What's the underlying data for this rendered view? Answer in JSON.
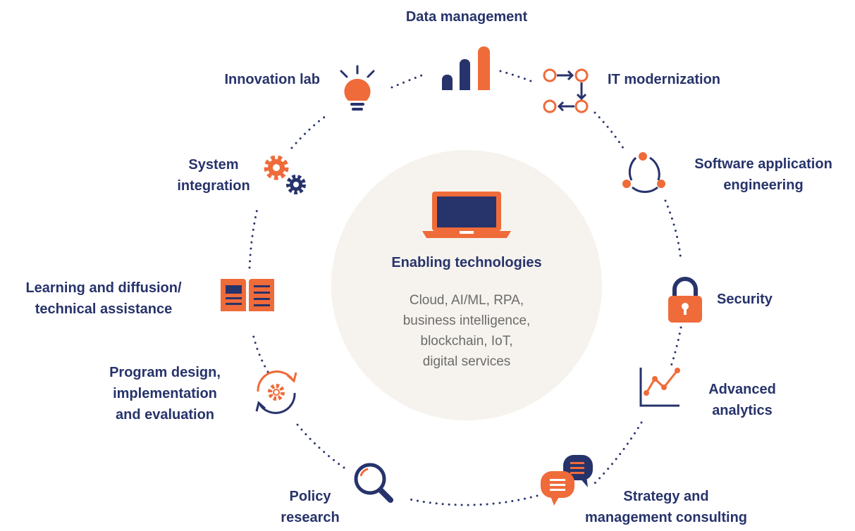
{
  "colors": {
    "navy": "#27336b",
    "orange": "#ef6b3a",
    "circle": "#f6f3ee",
    "gray": "#6b6b6b"
  },
  "center": {
    "icon": "laptop-icon",
    "title": "Enabling technologies",
    "lines": [
      "Cloud, AI/ML, RPA,",
      "business intelligence,",
      "blockchain, IoT,",
      "digital services"
    ]
  },
  "nodes": {
    "data_management": {
      "icon": "bar-chart-icon",
      "lines": [
        "Data management"
      ]
    },
    "it_modernization": {
      "icon": "arrows-cycle-icon",
      "lines": [
        "IT modernization"
      ]
    },
    "software_application_engineering": {
      "icon": "cycle-nodes-icon",
      "lines": [
        "Software application",
        "engineering"
      ]
    },
    "security": {
      "icon": "padlock-icon",
      "lines": [
        "Security"
      ]
    },
    "advanced_analytics": {
      "icon": "line-graph-icon",
      "lines": [
        "Advanced",
        "analytics"
      ]
    },
    "strategy_consulting": {
      "icon": "chat-bubbles-icon",
      "lines": [
        "Strategy and",
        "management consulting"
      ]
    },
    "policy_research": {
      "icon": "magnifier-icon",
      "lines": [
        "Policy",
        "research"
      ]
    },
    "program_design": {
      "icon": "gear-refresh-icon",
      "lines": [
        "Program design,",
        "implementation",
        "and evaluation"
      ]
    },
    "learning": {
      "icon": "book-icon",
      "lines": [
        "Learning and diffusion/",
        "technical assistance"
      ]
    },
    "system_integration": {
      "icon": "gears-icon",
      "lines": [
        "System",
        "integration"
      ]
    },
    "innovation_lab": {
      "icon": "lightbulb-icon",
      "lines": [
        "Innovation lab"
      ]
    }
  }
}
